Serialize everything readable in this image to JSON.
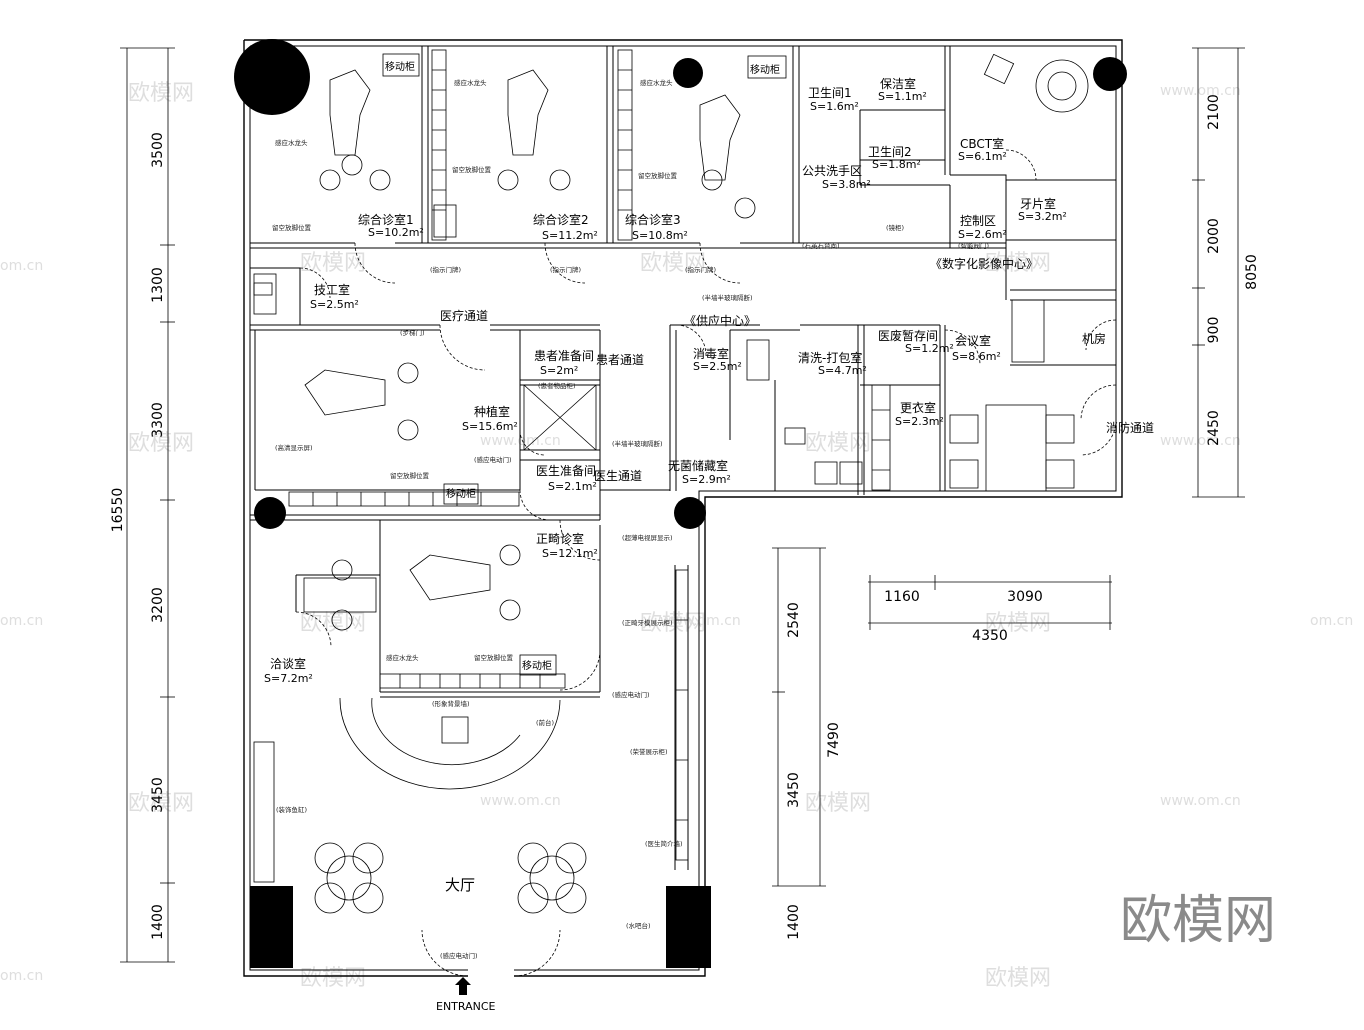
{
  "watermark": {
    "brand_large": "欧模网",
    "brand_repeat": "欧模网",
    "site": "www.om.cn",
    "site_short": "om.cn"
  },
  "entrance": "ENTRANCE",
  "rooms": {
    "exam1": {
      "name": "综合诊室1",
      "area": "S=10.2m²"
    },
    "exam2": {
      "name": "综合诊室2",
      "area": "S=11.2m²"
    },
    "exam3": {
      "name": "综合诊室3",
      "area": "S=10.8m²"
    },
    "wc1": {
      "name": "卫生间1",
      "area": "S=1.6m²"
    },
    "janitor": {
      "name": "保洁室",
      "area": "S=1.1m²"
    },
    "wc2": {
      "name": "卫生间2",
      "area": "S=1.8m²"
    },
    "cbct": {
      "name": "CBCT室",
      "area": "S=6.1m²"
    },
    "washing": {
      "name": "公共洗手区",
      "area": "S=3.8m²"
    },
    "control": {
      "name": "控制区",
      "area": "S=2.6m²"
    },
    "xray": {
      "name": "牙片室",
      "area": "S=3.2m²"
    },
    "digital_center": {
      "name": "《数字化影像中心》",
      "area": ""
    },
    "tech": {
      "name": "技工室",
      "area": "S=2.5m²"
    },
    "medical_corridor": {
      "name": "医疗通道",
      "area": ""
    },
    "supply_center": {
      "name": "《供应中心》",
      "area": ""
    },
    "disinfect": {
      "name": "消毒室",
      "area": "S=2.5m²"
    },
    "wash_pack": {
      "name": "清洗-打包室",
      "area": "S=4.7m²"
    },
    "waste": {
      "name": "医废暂存间",
      "area": "S=1.2m²"
    },
    "meeting": {
      "name": "会议室",
      "area": "S=8.6m²"
    },
    "machine": {
      "name": "机房",
      "area": ""
    },
    "patient_prep": {
      "name": "患者准备间",
      "area": "S=2m²"
    },
    "patient_corridor": {
      "name": "患者通道",
      "area": ""
    },
    "implant": {
      "name": "种植室",
      "area": "S=15.6m²"
    },
    "doctor_prep": {
      "name": "医生准备间",
      "area": "S=2.1m²"
    },
    "doctor_corridor": {
      "name": "医生通道",
      "area": ""
    },
    "sterile": {
      "name": "无菌储藏室",
      "area": "S=2.9m²"
    },
    "changing": {
      "name": "更衣室",
      "area": "S=2.3m²"
    },
    "fire_exit": {
      "name": "消防通道",
      "area": ""
    },
    "ortho": {
      "name": "正畸诊室",
      "area": "S=12.1m²"
    },
    "consult": {
      "name": "洽谈室",
      "area": "S=7.2m²"
    },
    "lobby": {
      "name": "大厅",
      "area": ""
    }
  },
  "fixture_labels": {
    "mobile_cabinet": "移动柜",
    "sensor_faucet": "感应水龙头",
    "floor_gap": "留空放脚位置",
    "sign_door": "(指示门牌)",
    "xray_window": "(智能阀门)",
    "high_display": "(高清显示屏)",
    "auto_door": "(感应电动门)",
    "half_wall_partition": "(半墙半玻璃隔断)",
    "electric_screen": "(超薄电视屏显示)",
    "ortho_display": "(正畸牙模展示柜)",
    "logo_wall": "(形象背景墙)",
    "front_desk": "(前台)",
    "product_display": "(荣誉展示柜)",
    "deco_tank": "(装饰鱼缸)",
    "doctor_intro": "(医生简介墙)",
    "water_bar": "(水吧台)",
    "sink_note": "(石英石台面)",
    "mirror_cab": "(镜柜)",
    "item_window": "(患者物品柜)",
    "stairs_note": "(步梯门)"
  },
  "dimensions": {
    "left": [
      "3500",
      "1300",
      "3300",
      "3200",
      "3450",
      "1400"
    ],
    "left_total": "16550",
    "right_top": [
      "2100",
      "2000",
      "900",
      "2450"
    ],
    "right_top_total": "8050",
    "right_bottom": [
      "2540",
      "3450",
      "1400"
    ],
    "right_bottom_total": "7490",
    "horiz": [
      "1160",
      "3090"
    ],
    "horiz_total": "4350"
  }
}
